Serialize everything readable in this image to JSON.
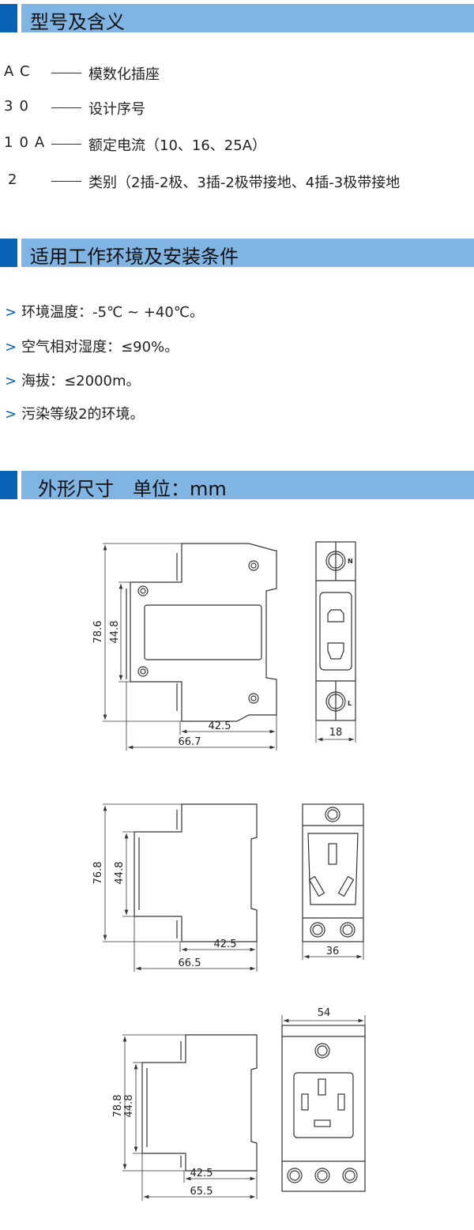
{
  "sections": {
    "model": "型号及含义",
    "environment": "适用工作环境及安装条件",
    "dimensions": "外形尺寸　单位：mm"
  },
  "model_rows": [
    {
      "code": "AC",
      "desc": "模数化插座"
    },
    {
      "code": "30",
      "desc": "设计序号"
    },
    {
      "code": "10A",
      "desc": "额定电流（10、16、25A）"
    },
    {
      "code": "2",
      "desc": "类别（2插-2极、3插-2极带接地、4插-3极带接地"
    }
  ],
  "bullet_symbol": ">",
  "conditions": [
    "环境温度：-5℃ ~ +40℃。",
    "空气相对湿度：≤90%。",
    "海拔：≤2000m。",
    "污染等级2的环境。"
  ],
  "drawings": [
    {
      "height": "78.6",
      "inner": "44.8",
      "depth_a": "42.5",
      "depth_b": "66.7",
      "width": "18",
      "mark_n": "N",
      "mark_l": "L"
    },
    {
      "height": "76.8",
      "inner": "44.8",
      "depth_a": "42.5",
      "depth_b": "66.5",
      "width": "36"
    },
    {
      "height": "78.8",
      "inner": "44.8",
      "depth_a": "42.5",
      "depth_b": "65.5",
      "width": "54"
    }
  ],
  "colors": {
    "accent_dark": "#0a62b5",
    "accent_light": "#7fb4e3"
  }
}
